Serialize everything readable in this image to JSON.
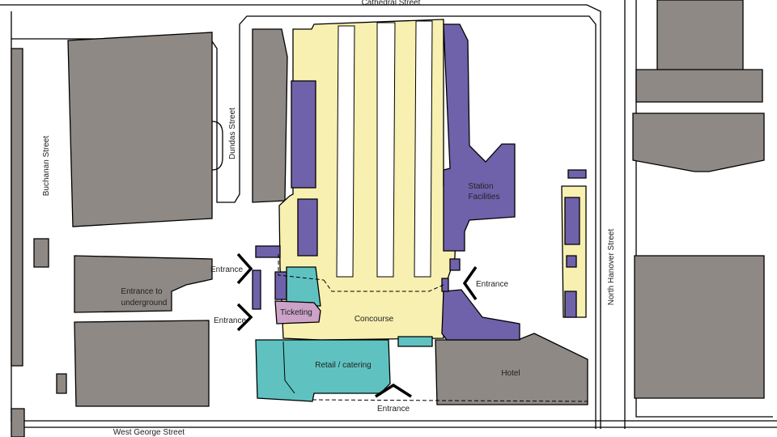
{
  "colors": {
    "building": "#8e8985",
    "platform": "#f7f0b0",
    "facilities": "#6f62aa",
    "retail": "#5fc2c0",
    "ticketing": "#cda2c8",
    "road_edge": "#000000",
    "background": "#ffffff"
  },
  "streets": {
    "cathedral": "Cathedral Street",
    "buchanan": "Buchanan Street",
    "dundas": "Dundas Street",
    "north_hanover": "North Hanover Street",
    "west_george": "West George Street"
  },
  "areas": {
    "station_facilities_line1": "Station",
    "station_facilities_line2": "Facilities",
    "concourse": "Concourse",
    "ticketing": "Ticketing",
    "retail": "Retail / catering",
    "hotel": "Hotel",
    "underground_line1": "Entrance to",
    "underground_line2": "underground"
  },
  "entrances": {
    "west_upper": "Entrance",
    "west_lower": "Entrance",
    "east": "Entrance",
    "south": "Entrance"
  }
}
